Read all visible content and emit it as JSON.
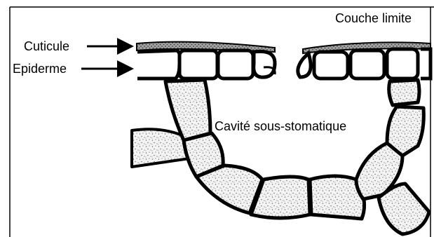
{
  "labels": {
    "boundary_layer": "Couche limite",
    "cuticle": "Cuticule",
    "epidermis": "Epiderme",
    "substomatal_cavity": "Cavité sous-stomatique"
  },
  "colors": {
    "outline": "#000000",
    "cell_fill": "#f4f4f4",
    "stipple": "#6a6a6a",
    "cuticle_fill": "#8c8c8c"
  }
}
